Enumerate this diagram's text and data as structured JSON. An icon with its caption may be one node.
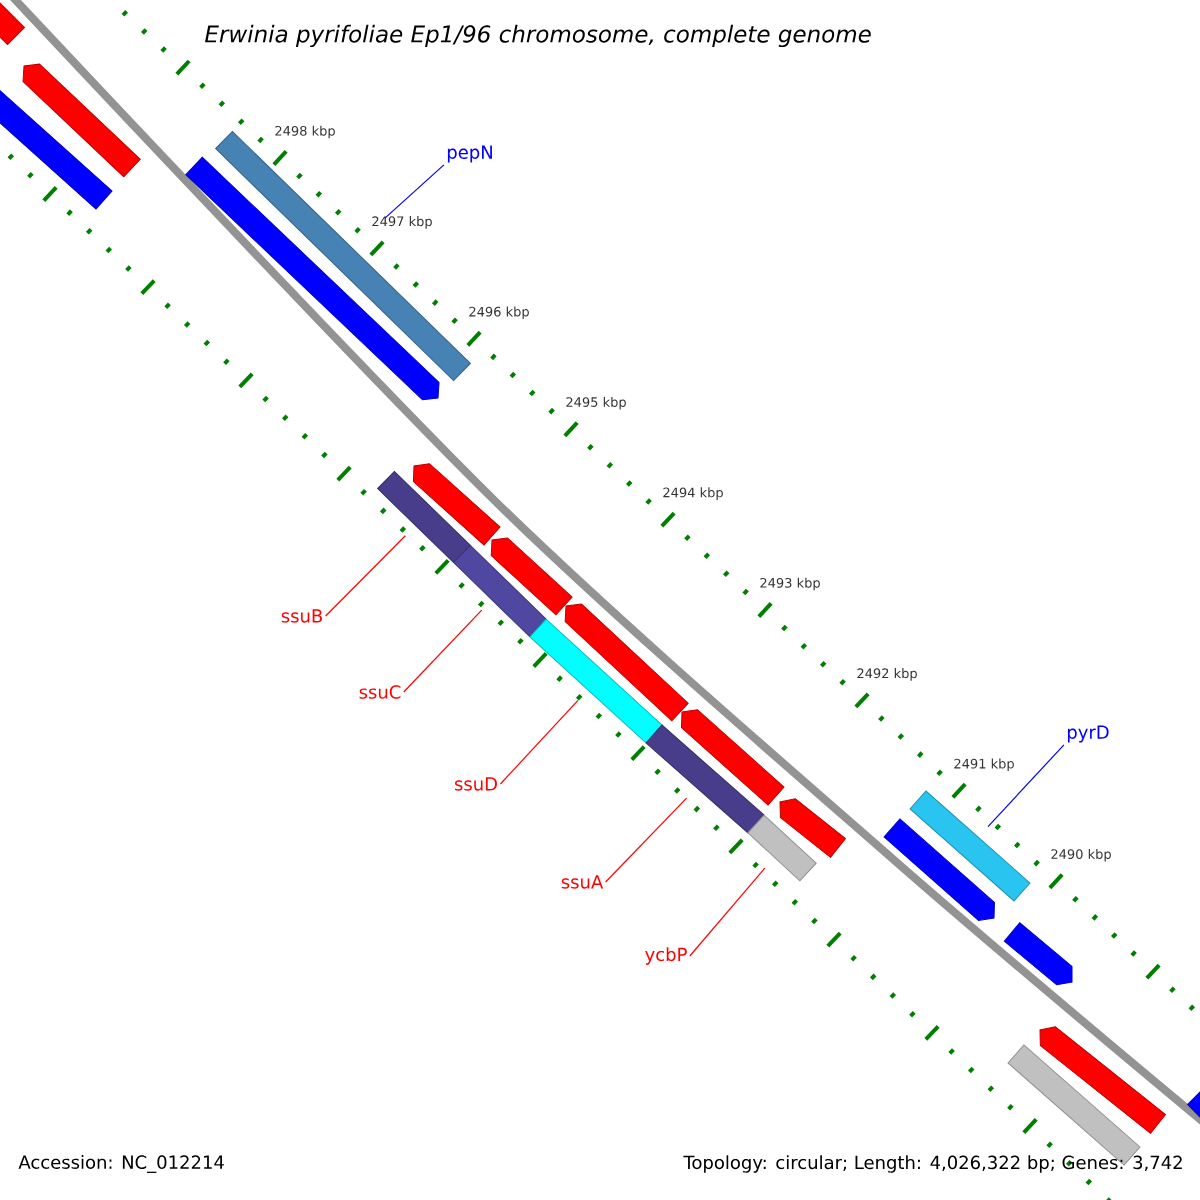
{
  "diagram": {
    "title": "Erwinia pyrifoliae Ep1/96 chromosome, complete genome",
    "nodes": [
      {
        "text": [
          "pepN"
        ]
      },
      {
        "text": [],
        "shape": "bar"
      },
      {
        "text": [
          "ssuB"
        ]
      },
      {
        "text": [],
        "shape": "bar"
      },
      {
        "text": [
          "ssuC"
        ]
      },
      {
        "text": [],
        "shape": "bar"
      },
      {
        "text": [
          "ssuD"
        ]
      },
      {
        "text": [],
        "shape": "bar"
      },
      {
        "text": [
          "ssuA"
        ]
      },
      {
        "text": [],
        "shape": "bar"
      },
      {
        "text": [
          "ycbP"
        ]
      },
      {
        "text": [],
        "shape": "bar"
      },
      {
        "text": [
          "pyrD"
        ]
      },
      {
        "text": [],
        "shape": "bar"
      }
    ],
    "edges": [
      {
        "from": 0,
        "to": 1,
        "arrow": "none",
        "color": "#0000ff"
      },
      {
        "from": 2,
        "to": 3,
        "arrow": "none"
      },
      {
        "from": 4,
        "to": 5,
        "arrow": "none"
      },
      {
        "from": 6,
        "to": 7,
        "arrow": "none"
      },
      {
        "from": 8,
        "to": 9,
        "arrow": "none"
      },
      {
        "from": 10,
        "to": 11,
        "arrow": "none"
      },
      {
        "from": 12,
        "to": 13,
        "arrow": "none",
        "color": "#0000ff"
      }
    ],
    "labels": [
      "2498 kbp",
      "2497 kbp",
      "2496 kbp",
      "2495 kbp",
      "2494 kbp",
      "2493 kbp",
      "2492 kbp",
      "2491 kbp",
      "2490 kbp",
      "Accession: NC_012214",
      "Topology: circular; Length: 4,026,322 bp; Genes: 3,742"
    ]
  }
}
